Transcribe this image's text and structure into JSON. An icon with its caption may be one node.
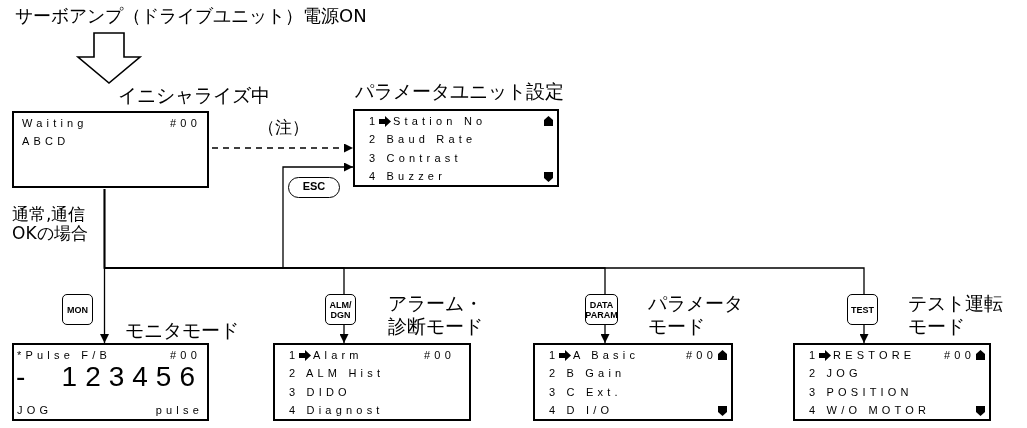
{
  "diagram": {
    "nodes": [
      {
        "text": [
          "サーボアンプ（ドライブユニット）電源ON"
        ]
      },
      {
        "text": [
          "イニシャライズ中",
          "Waiting",
          "#00",
          "ABCD"
        ]
      },
      {
        "text": [
          "パラメータユニット設定",
          "1",
          "Station No",
          "2 Baud Rate",
          "3 Contrast",
          "4 Buzzer"
        ]
      },
      {
        "text": [
          "モニタモード",
          "*Pulse F/B",
          "#00",
          "-",
          "123456",
          "JOG",
          "pulse"
        ]
      },
      {
        "text": [
          "アラーム・診断モード",
          "1",
          "Alarm",
          "#00",
          "2 ALM Hist",
          "3 DIDO",
          "4 Diagnost"
        ]
      },
      {
        "text": [
          "パラメータモード",
          "1",
          "A Basic",
          "#00",
          "2 B Gain",
          "3 C Ext.",
          "4 D I/O"
        ]
      },
      {
        "text": [
          "テスト運転モード",
          "1",
          "RESTORE",
          "#00",
          "2 JOG",
          "3 POSITION",
          "4 W/O MOTOR"
        ]
      }
    ],
    "edges": [
      {
        "from": 0,
        "to": 1,
        "arrow": "to"
      },
      {
        "from": 1,
        "to": 2,
        "arrow": "to",
        "style": "dashed",
        "label": "（注）"
      },
      {
        "from": 1,
        "to": 2,
        "arrow": "to",
        "label": "ESC"
      },
      {
        "from": 1,
        "to": 3,
        "arrow": "to",
        "label": "MON"
      },
      {
        "from": 1,
        "to": 4,
        "arrow": "to",
        "label": "ALM/ DGN"
      },
      {
        "from": 1,
        "to": 5,
        "arrow": "to",
        "label": "DATA PARAM"
      },
      {
        "from": 1,
        "to": 6,
        "arrow": "to",
        "label": "TEST"
      }
    ],
    "labels": [
      "通常,通信OKの場合"
    ]
  }
}
